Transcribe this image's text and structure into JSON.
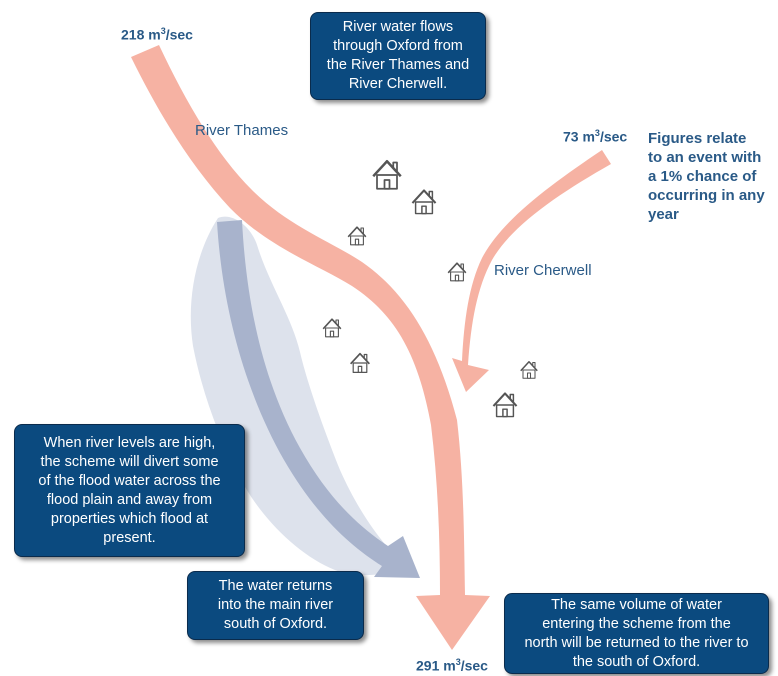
{
  "colors": {
    "river_arrow": "#f6b2a3",
    "scheme_arrow": "#a8b3cc",
    "flood_plain": "#dde2ec",
    "box_fill": "#0b4a7f",
    "label_text": "#2a5a87",
    "house_outline": "#555555"
  },
  "flows": {
    "thames_in": {
      "value": "218 m",
      "sup": "3",
      "unit": "/sec"
    },
    "cherwell_in": {
      "value": "73 m",
      "sup": "3",
      "unit": "/sec"
    },
    "out": {
      "value": "291 m",
      "sup": "3",
      "unit": "/sec"
    }
  },
  "rivers": {
    "thames": "River Thames",
    "cherwell": "River Cherwell"
  },
  "note": "Figures relate\nto an event with\na 1% chance of\noccurring in any\nyear",
  "callouts": {
    "top": "River water flows\nthrough Oxford from\nthe River Thames and\nRiver Cherwell.",
    "left": "When river levels are high,\nthe scheme will divert some\nof the flood water across the\nflood plain and away from\nproperties which flood at\npresent.",
    "returns": "The water returns\ninto the main river\nsouth of Oxford.",
    "bottom_right": "The same volume of water\nentering the scheme from the\nnorth will be returned to the river to\nthe south of Oxford."
  },
  "icons": {
    "house": "house-icon"
  }
}
